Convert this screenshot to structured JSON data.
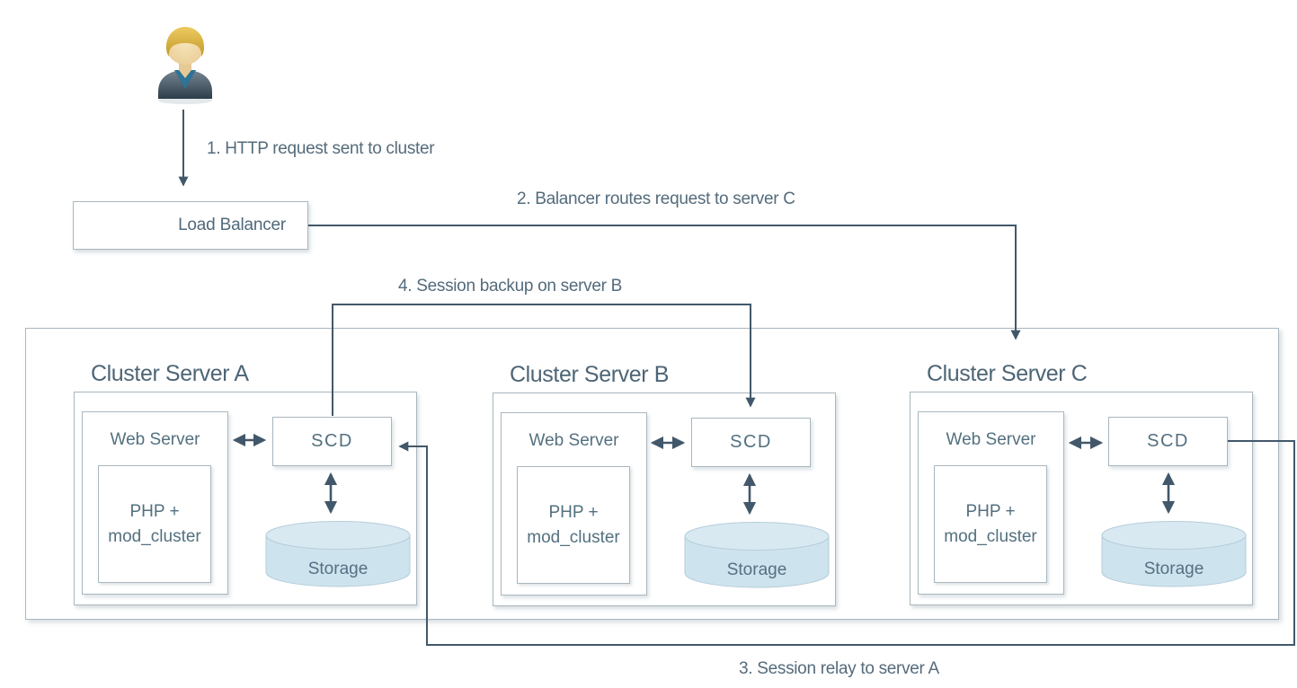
{
  "actor": {
    "icon": "user-icon"
  },
  "load_balancer": {
    "label": "Load Balancer"
  },
  "flows": {
    "f1": "1. HTTP request sent to cluster",
    "f2": "2. Balancer routes request to server C",
    "f3": "3. Session relay to server A",
    "f4": "4. Session backup on server B"
  },
  "clusters": [
    {
      "title": "Cluster Server A",
      "web_server": "Web Server",
      "module_line1": "PHP +",
      "module_line2": "mod_cluster",
      "scd": "SCD",
      "storage": "Storage"
    },
    {
      "title": "Cluster Server B",
      "web_server": "Web Server",
      "module_line1": "PHP +",
      "module_line2": "mod_cluster",
      "scd": "SCD",
      "storage": "Storage"
    },
    {
      "title": "Cluster Server C",
      "web_server": "Web Server",
      "module_line1": "PHP +",
      "module_line2": "mod_cluster",
      "scd": "SCD",
      "storage": "Storage"
    }
  ],
  "colors": {
    "connector_line": "#42586a",
    "label_text": "#546b7b",
    "title_text": "#4d6576",
    "box_border": "#a9b7bf",
    "storage_fill": "#cde3ee",
    "storage_top_fill": "#d9e9f2",
    "hair": "#d3a32e",
    "shirt": "#2f7396",
    "jacket": "#2d3e4b"
  }
}
